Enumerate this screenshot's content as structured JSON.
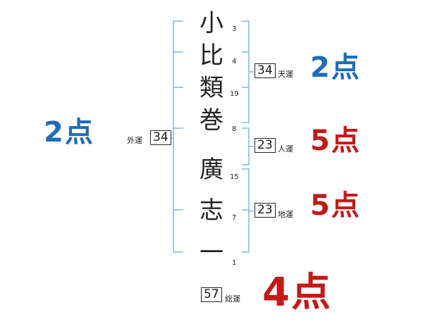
{
  "name_chars": [
    {
      "char": "小",
      "strokes": "3"
    },
    {
      "char": "比",
      "strokes": "4"
    },
    {
      "char": "類",
      "strokes": "19"
    },
    {
      "char": "巻",
      "strokes": "8"
    },
    {
      "char": "廣",
      "strokes": "15"
    },
    {
      "char": "志",
      "strokes": "7"
    },
    {
      "char": "一",
      "strokes": "1"
    }
  ],
  "fortunes": {
    "outer": {
      "label": "外運",
      "value": "34",
      "score": "2点",
      "score_color": "#1e6db8"
    },
    "heaven": {
      "label": "天運",
      "value": "34",
      "score": "2点",
      "score_color": "#1e6db8"
    },
    "person": {
      "label": "人運",
      "value": "23",
      "score": "5点",
      "score_color": "#c21a1a"
    },
    "earth": {
      "label": "地運",
      "value": "23",
      "score": "5点",
      "score_color": "#c21a1a"
    },
    "total": {
      "label": "総運",
      "value": "57",
      "score": "4点",
      "score_color": "#c21a1a"
    }
  },
  "bracket_color": "#7fb8e0"
}
